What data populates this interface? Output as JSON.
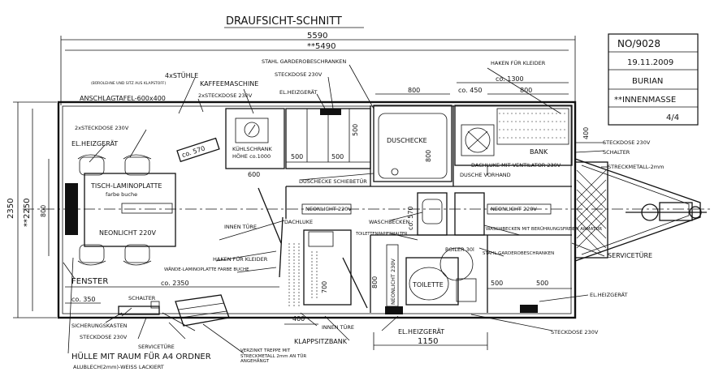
{
  "title": "DRAUFSICHT-SCHNITT",
  "stamp": {
    "number": "NO/9028",
    "date": "19.11.2009",
    "name": "BURIAN",
    "note": "**INNENMASSE",
    "sheet": "4/4"
  },
  "dimensions": {
    "overall_length": "5590",
    "inner_length": "**5490",
    "overall_width": "2350",
    "inner_width": "**2250",
    "d800_a": "800",
    "d_co450": "co. 450",
    "d_co1300": "co. 1300",
    "d800_b": "800",
    "d400": "400",
    "d500_a": "500",
    "d500_b": "500",
    "d500_c": "500",
    "d800_side": "800",
    "d_co570": "co. 570",
    "d600": "600",
    "d800_c": "800",
    "d_co2350": "co. 2350",
    "d_co350": "co. 350",
    "d700": "700",
    "d400_b": "400",
    "d1150": "1150",
    "d800_d": "800",
    "d_co570_b": "co. 570",
    "d500_d": "500",
    "d500_e": "500"
  },
  "labels": {
    "wardrobe": "STAHL GARDEROBESCHRANKEN",
    "hooks_top": "HAKEN FÜR KLEIDER",
    "chairs": "4xSTÜHLE",
    "chairs_sub": "(BÜROLEHNE UND SITZ AUS KLAPSTOFF)",
    "coffee": "KAFFEEMASCHINE",
    "socket_230_a": "STECKDOSE 230V",
    "socket_2x_top": "2xSTECKDOSE 230V",
    "board": "ANSCHLAGTAFEL-600x400",
    "heater_top": "EL.HEIZGERÄT",
    "socket_2x_left": "2xSTECKDOSE 230V",
    "heater_left": "EL.HEIZGERÄT",
    "fridge": "KÜHLSCHRANK",
    "fridge_height": "HÖHE co.1000",
    "shower": "DUSCHECKE",
    "shower_door": "DUSCHECKE SCHIEBETÜR",
    "bench": "BANK",
    "skylight_fan": "DACHLUKE MIT VENTILATOR 230V",
    "shower_curtain": "DUSCHE VORHAND",
    "socket_230_right": "STECKDOSE 230V",
    "switch_right": "SCHALTER",
    "expanded_metal": "STRECKMETALL-2mm",
    "table": "TISCH-LAMINOPLATTE",
    "table_color": "farbe buche",
    "neon_left": "NEONLICHT 220V",
    "neon_mid": "NEONLICHT 220V",
    "neon_right": "NEONLICHT 220V",
    "inner_door": "INNEN TÜRE",
    "skylight": "DACHLUKE",
    "washbasin": "WASCHBECKEN",
    "towel_holder": "TOILETTENPAPIERHALTER",
    "washbasin_fitting": "WASCHBECKEN MIT BERÜHRUNGSFREIEN ARMATUR",
    "boiler": "BOILER 30l",
    "wardrobe_bottom": "STAHL GARDEROBESCHRANKEN",
    "hooks_mid": "HAKEN FÜR KLEIDER",
    "wall_panel": "WÄNDE-LAMINOPLATTE FARBE BUCHE",
    "window": "FENSTER",
    "neon_vertical": "NEONLICHT 230V",
    "toilet": "TOILETTE",
    "service_door_right": "SERVICETÜRE",
    "heater_right": "EL.HEIZGERÄT",
    "switch_bottom": "SCHALTER",
    "fuse_box": "SICHERUNGSKASTEN",
    "socket_bottom": "STECKDOSE 230V",
    "service_door_bottom": "SERVICETÜRE",
    "folder_shell": "HÜLLE MIT RAUM FÜR A4 ORDNER",
    "folder_shell_sub": "ALUBLECH(2mm)-WEISS LACKIERT",
    "inner_door_bottom": "INNEN TÜRE",
    "folding_bench": "KLAPPSITZBANK",
    "heater_bottom": "EL.HEIZGERÄT",
    "socket_230_bottom_right": "STECKDOSE 230V",
    "stairs": "VERZINKT TREPPE MIT STRECKMETALL 2mm AN TÜR ANGEHÄNGT"
  }
}
